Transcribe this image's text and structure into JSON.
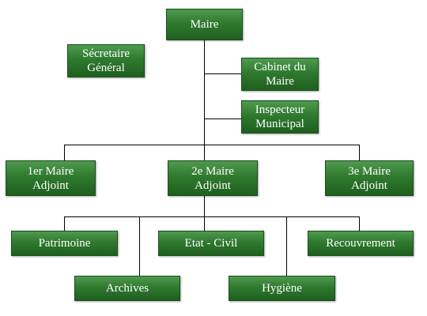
{
  "org_chart": {
    "maire": "Maire",
    "secretaire_general": "Sécretaire\nGénéral",
    "cabinet_du_maire": "Cabinet du\nMaire",
    "inspecteur_municipal": "Inspecteur\nMunicipal",
    "premier_adjoint": "1er Maire\nAdjoint",
    "deuxieme_adjoint": "2e  Maire\nAdjoint",
    "troisieme_adjoint": "3e  Maire\nAdjoint",
    "patrimoine": "Patrimoine",
    "etat_civil": "Etat - Civil",
    "recouvrement": "Recouvrement",
    "archives": "Archives",
    "hygiene": "Hygiène"
  },
  "colors": {
    "box_fill": "#2f7a2f",
    "box_text": "#ffffff",
    "connector": "#000000"
  }
}
